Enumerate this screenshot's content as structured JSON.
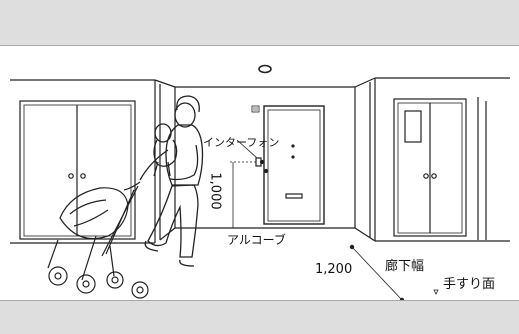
{
  "labels": {
    "intercom": "インターフォン",
    "height": "1,000",
    "alcove": "アルコーブ",
    "corridor_width_value": "1,200",
    "corridor_width": "廊下幅",
    "handrail_face": "手すり面"
  },
  "colors": {
    "line": "#222222",
    "band": "#dedede",
    "background": "#ffffff"
  }
}
